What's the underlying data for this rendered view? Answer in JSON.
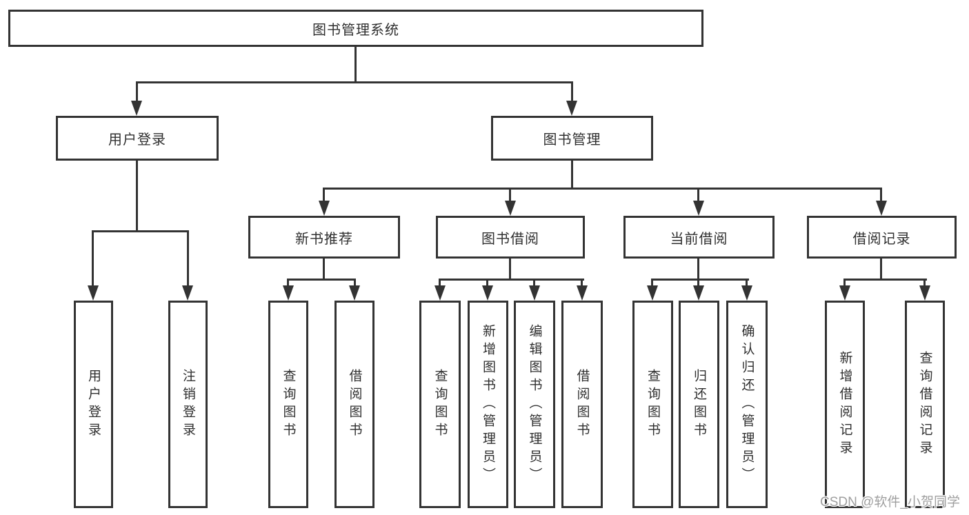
{
  "tree": {
    "root": {
      "label": "图书管理系统"
    },
    "branches": [
      {
        "label": "用户登录",
        "children": [
          {
            "label": "用户登录"
          },
          {
            "label": "注销登录"
          }
        ]
      },
      {
        "label": "图书管理",
        "children": [
          {
            "label": "新书推荐",
            "children": [
              {
                "label": "查询图书"
              },
              {
                "label": "借阅图书"
              }
            ]
          },
          {
            "label": "图书借阅",
            "children": [
              {
                "label": "查询图书"
              },
              {
                "label": "新增图书（管理员）"
              },
              {
                "label": "编辑图书（管理员）"
              },
              {
                "label": "借阅图书"
              }
            ]
          },
          {
            "label": "当前借阅",
            "children": [
              {
                "label": "查询图书"
              },
              {
                "label": "归还图书"
              },
              {
                "label": "确认归还（管理员）"
              }
            ]
          },
          {
            "label": "借阅记录",
            "children": [
              {
                "label": "新增借阅记录"
              },
              {
                "label": "查询借阅记录"
              }
            ]
          }
        ]
      }
    ]
  },
  "watermark": {
    "text": "CSDN @软件_小贺同学"
  },
  "colors": {
    "line": "#333333",
    "text": "#2f2f2f",
    "watermark": "#9f9f9f",
    "background": "#ffffff"
  }
}
